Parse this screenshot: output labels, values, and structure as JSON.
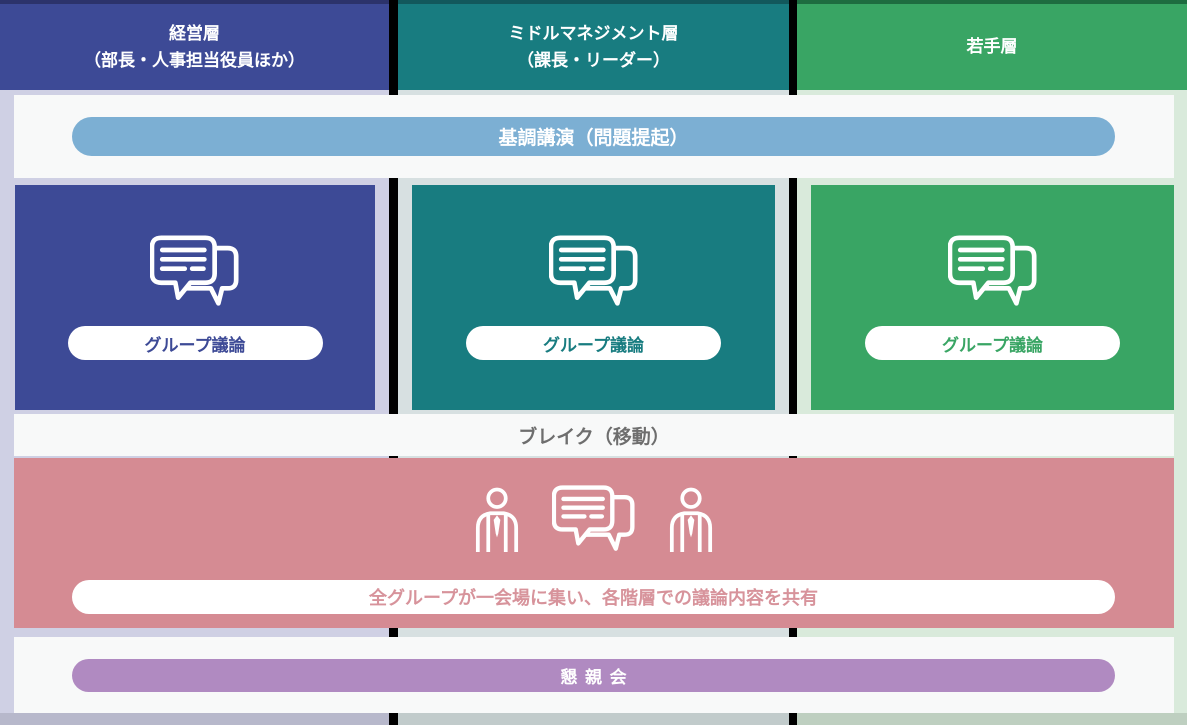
{
  "columns": [
    {
      "id": "executive",
      "header": {
        "line1": "経営層",
        "line2": "（部長・人事担当役員ほか）"
      },
      "discussion_label": "グループ議論",
      "color": "#3d4a96",
      "header_top_color": "#2c336b",
      "bg_color": "#cfd0e4",
      "footer_color": "#b7b8cb"
    },
    {
      "id": "middle-management",
      "header": {
        "line1": "ミドルマネジメント層",
        "line2": "（課長・リーダー）"
      },
      "discussion_label": "グループ議論",
      "color": "#187c80",
      "header_top_color": "#12585c",
      "bg_color": "#d7e0e1",
      "footer_color": "#c1cbcb"
    },
    {
      "id": "young",
      "header": {
        "line1": "若手層",
        "line2": ""
      },
      "discussion_label": "グループ議論",
      "color": "#39a564",
      "header_top_color": "#1e6c40",
      "bg_color": "#d9eadb",
      "footer_color": "#becfc0"
    }
  ],
  "keynote": {
    "label": "基調講演（問題提起）",
    "color": "#7cafd3"
  },
  "break_row": {
    "label": "ブレイク（移動）",
    "text_color": "#6e6e6e"
  },
  "plenary": {
    "label": "全グループが一会場に集い、各階層での議論内容を共有",
    "color": "#d58b93",
    "text_color": "#d7939b",
    "icons": [
      "person-icon",
      "chat-bubbles-icon",
      "person-icon"
    ]
  },
  "social": {
    "label": "懇親会",
    "color": "#b08ac1"
  },
  "icons": {
    "discussion": "chat-bubbles-icon"
  }
}
